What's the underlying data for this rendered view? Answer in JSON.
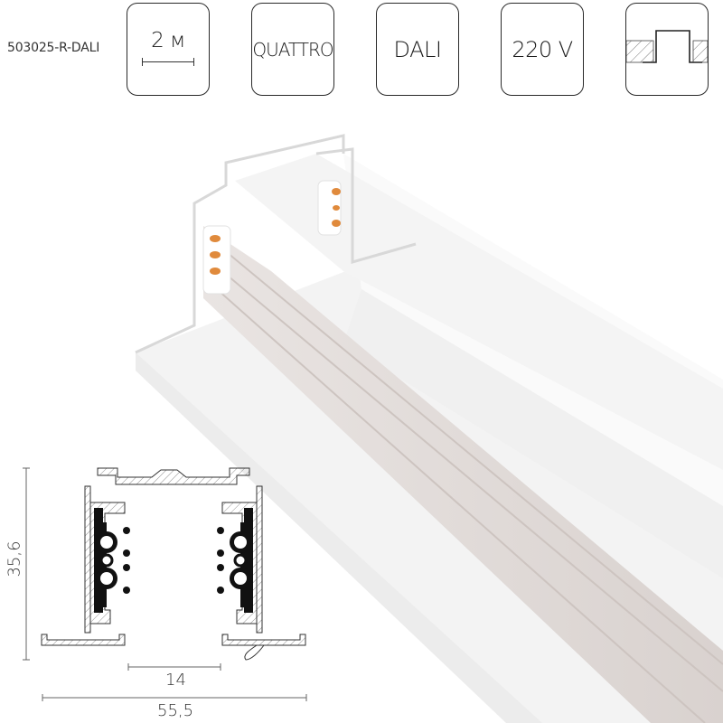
{
  "product": {
    "sku": "503025-R-DALI"
  },
  "badges": [
    {
      "id": "length",
      "label": "2 м",
      "icon": "length-scale-icon"
    },
    {
      "id": "type",
      "label": "QUATTRO"
    },
    {
      "id": "protocol",
      "label": "DALI"
    },
    {
      "id": "voltage",
      "label": "220 V"
    },
    {
      "id": "mounting",
      "label": "",
      "icon": "recessed-mount-icon"
    }
  ],
  "drawing": {
    "height_dim": "35,6",
    "inner_width_dim": "14",
    "total_width_dim": "55,5"
  },
  "colors": {
    "contact_accent": "#e08a3c",
    "outline": "#2a2a2a",
    "track_body": "#f2f2f2"
  }
}
